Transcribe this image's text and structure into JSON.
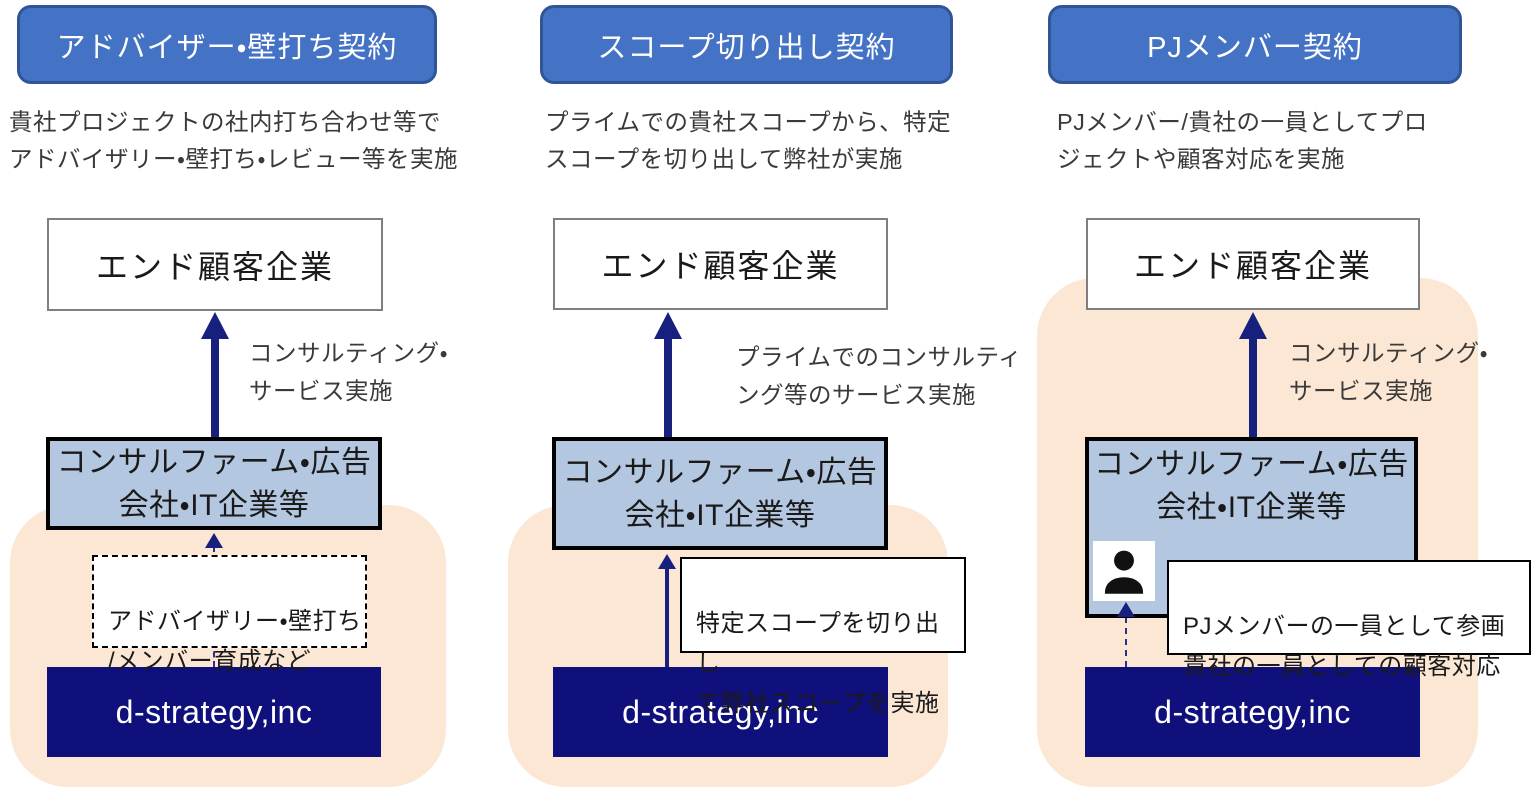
{
  "diagram": {
    "columns": [
      {
        "header": "アドバイザー・壁打ち契約",
        "description": "貴社プロジェクトの社内打ち合わせ等で\nアドバイザリー・壁打ち・レビュー等を実施",
        "end_customer": "エンド顧客企業",
        "service_arrow_label": "コンサルティング・\nサービス実施",
        "firm": "コンサルファーム・広告\n会社・IT企業等",
        "sub_label": "アドバイザリー・壁打ち\n/メンバー育成など",
        "company": "d-strategy,inc"
      },
      {
        "header": "スコープ切り出し契約",
        "description": "プライムでの貴社スコープから、特定\nスコープを切り出して弊社が実施",
        "end_customer": "エンド顧客企業",
        "service_arrow_label": "プライムでのコンサルティ\nング等のサービス実施",
        "firm": "コンサルファーム・広告\n会社・IT企業等",
        "sub_label": "特定スコープを切り出し\nて弊社スコープを実施",
        "company": "d-strategy,inc"
      },
      {
        "header": "PJメンバー契約",
        "description": "PJメンバー/貴社の一員としてプロ\nジェクトや顧客対応を実施",
        "end_customer": "エンド顧客企業",
        "service_arrow_label": "コンサルティング・\nサービス実施",
        "firm": "コンサルファーム・広告\n会社・IT企業等",
        "sub_label": "PJメンバーの一員として参画\n貴社の一員としての顧客対応",
        "company": "d-strategy,inc"
      }
    ],
    "icons": {
      "person": "person-icon"
    },
    "colors": {
      "header_bg": "#4472C4",
      "header_border": "#2F5597",
      "firm_bg": "#B4C7E1",
      "company_bg": "#10107D",
      "arrow_navy": "#17207C",
      "highlight_bg": "#FBE7D4",
      "end_box_border": "#7F7F7F"
    }
  }
}
